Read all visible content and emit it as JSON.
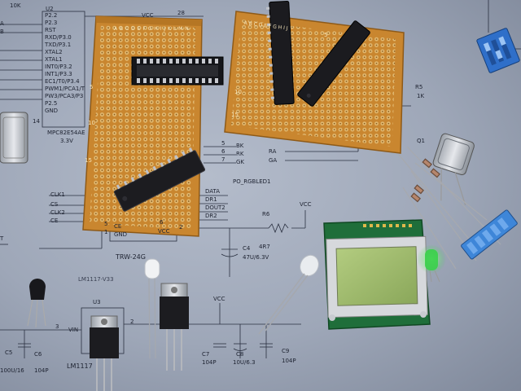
{
  "schematic": {
    "mcu_pins": [
      "P2.2",
      "P2.3",
      "RST",
      "RXD/P3.0",
      "TXD/P3.1",
      "XTAL2",
      "XTAL1",
      "INT0/P3.2",
      "INT1/P3.3",
      "EC1/T0/P3.4",
      "PWM1/PCA1/T",
      "PW3/PCA3/P3",
      "P2.5",
      "GND"
    ],
    "mcu_part": "MPC82E54AE",
    "mcu_voltage": "3.3V",
    "mcu_ref": "U2",
    "resistor_top_left": "10K",
    "vcc_label": "VCC",
    "pin_28": "28",
    "pin_14": "14",
    "left_edge_a": "A",
    "left_edge_b": "B",
    "rgb_pins": [
      "BK",
      "RK",
      "GK"
    ],
    "rgb_pin_nums": [
      "5",
      "6",
      "7"
    ],
    "rgb_right": [
      "RA",
      "GA"
    ],
    "rgb_part": "PO_RGBLED1",
    "r5": "R5",
    "r5_value": "1K",
    "q1": "Q1",
    "radio_pins_left": [
      "CLK1",
      "CS",
      "CLK2",
      "CE"
    ],
    "radio_pins_right": [
      "DATA",
      "DR1",
      "DOUT2",
      "DR2"
    ],
    "radio_bottom": [
      "CE",
      "GND",
      "VCC"
    ],
    "radio_pin_nums": [
      "5",
      "1",
      "2",
      "6"
    ],
    "radio_part": "TRW-24G",
    "r6": "R6",
    "r6_value": "4R7",
    "vcc_r6": "VCC",
    "c4": "C4",
    "c4_value": "47U/6.3V",
    "regulator_note": "LM1117-V33",
    "u3": "U3",
    "u3_part": "LM1117",
    "vin": "VIN",
    "pin_3": "3",
    "pin_2": "2",
    "vcc_bottom": "VCC",
    "c5": "C5",
    "c5_value": "100U/16",
    "c6": "C6",
    "c6_value": "104P",
    "c7": "C7",
    "c7_value": "104P",
    "c8": "C8",
    "c8_value": "10U/6.3",
    "c9": "C9",
    "c9_value": "104P",
    "left_t": "T"
  },
  "board_left": {
    "row_letters": "A B C D E F G H I J K L M N",
    "col_marks": [
      "5",
      "10",
      "15"
    ]
  },
  "board_right": {
    "row_letters": "A B C D E F G H I J",
    "col_marks": [
      "5",
      "10",
      "15"
    ]
  },
  "colors": {
    "pcb": "#c9862f",
    "pcb_dark": "#a86a1e",
    "pad": "#e9c27a",
    "chip": "#1e1e22",
    "lcd": "#9db86a",
    "led_green": "#39d04a",
    "dip_switch": "#2f6fc9",
    "paper": "#a8b0c0"
  },
  "icons": [
    "pcb-perfboard",
    "dip-ic-chip",
    "ic-socket",
    "crystal",
    "voltage-regulator",
    "transistor",
    "led",
    "lcd-module",
    "dip-switch",
    "resistor"
  ]
}
